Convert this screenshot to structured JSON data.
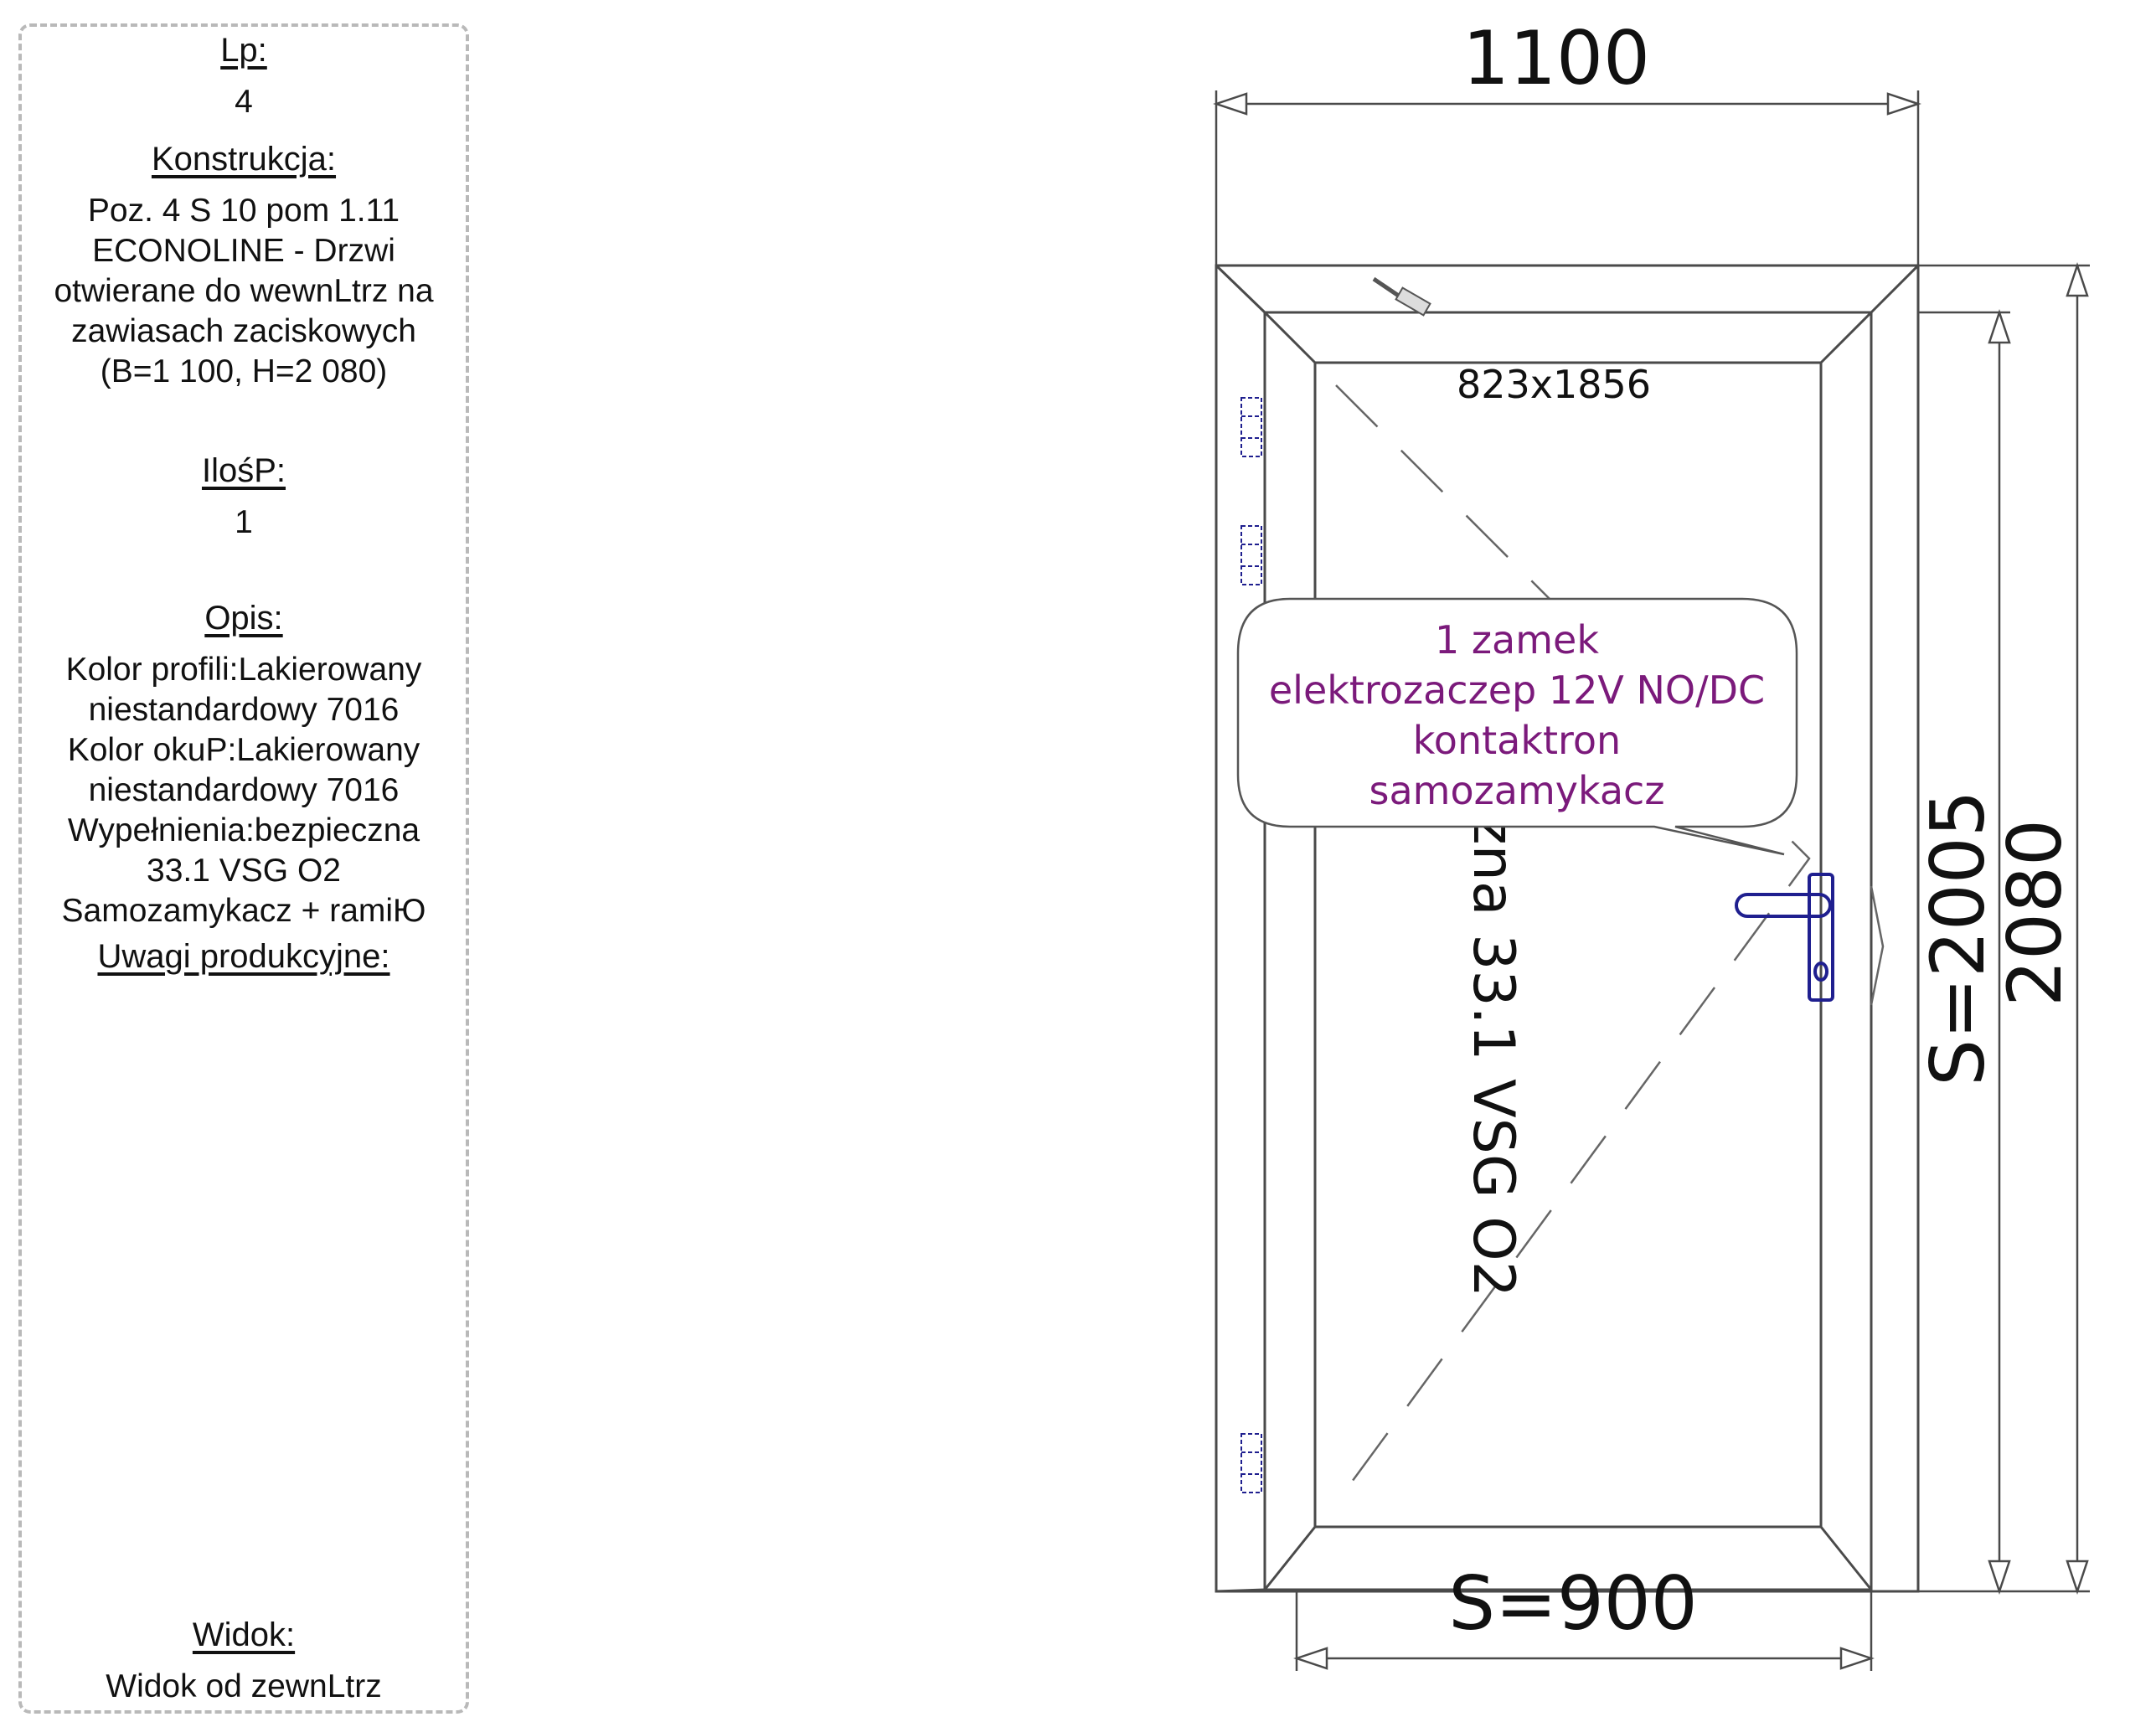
{
  "info": {
    "lp_label": "Lp:",
    "lp_value": "4",
    "konstrukcja_label": "Konstrukcja:",
    "konstrukcja_value": "Poz. 4 S 10  pom 1.11\nECONOLINE - Drzwi\notwierane do wewnLtrz na\nzawiasach zaciskowych\n(B=1 100, H=2 080)",
    "ilosc_label": "IlośP:",
    "ilosc_value": "1",
    "opis_label": "Opis:",
    "opis_value": "Kolor profili:Lakierowany\nniestandardowy 7016\nKolor okuP:Lakierowany\nniestandardowy 7016\nWypełnienia:bezpieczna\n33.1 VSG O2\nSamozamykacz + ramiЮ",
    "uwagi_label": "Uwagi produkcyjne:",
    "widok_label": "Widok:",
    "widok_value": "Widok od zewnLtrz"
  },
  "drawing": {
    "width_dim": "1100",
    "height_dim": "2080",
    "leaf_height_dim": "S=2005",
    "leaf_width_dim": "S=900",
    "glass_size": "823x1856",
    "glass_label": "bezpieczna 33.1 VSG O2",
    "callout_lines": [
      "1 zamek",
      "elektrozaczep 12V  NO/DC",
      "kontaktron",
      "samozamykacz"
    ],
    "colors": {
      "line": "#4a4a4a",
      "hardware": "#1f1f8f",
      "callout_text": "#7b1a7b"
    }
  }
}
